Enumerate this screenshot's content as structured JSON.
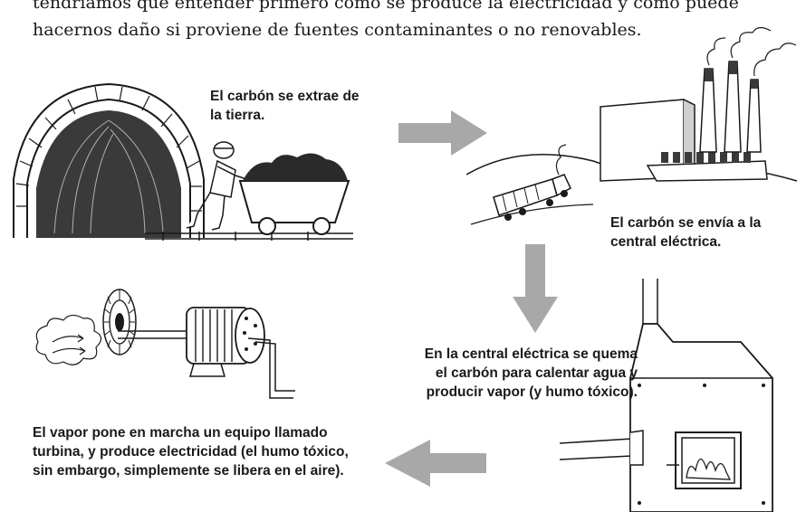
{
  "intro": {
    "line1": "tendríamos que entender primero cómo se produce la electricidad y cómo puede",
    "line2": "hacernos daño si proviene de fuentes contaminantes o no renovables."
  },
  "captions": {
    "mine": "El carbón se extrae de la tierra.",
    "ship": "El carbón se envía a la central eléctrica.",
    "burn": "En la central eléctrica se quema el carbón para calentar agua y producir vapor (y humo tóxico).",
    "turbine": "El vapor pone en marcha un equipo llamado turbina, y produce electricidad (el humo tóxico, sin embargo, simplemente se libera en el aire)."
  },
  "colors": {
    "arrow": "#a8a8a8",
    "ink": "#1a1a1a"
  }
}
